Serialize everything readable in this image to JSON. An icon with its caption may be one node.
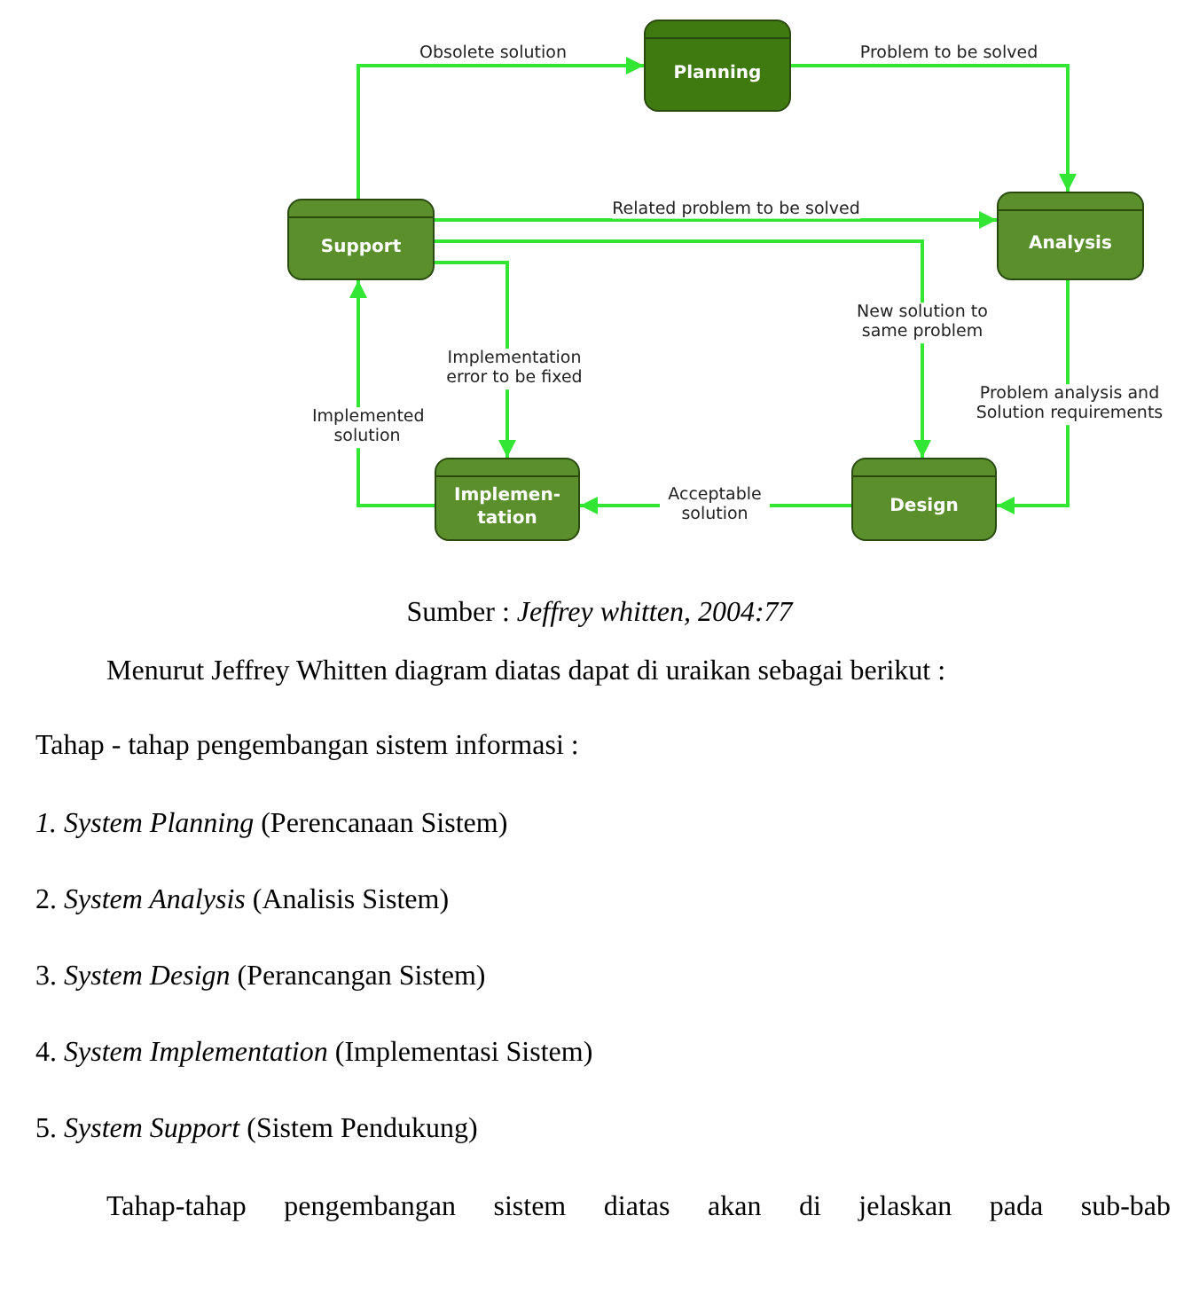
{
  "diagram": {
    "nodes": [
      {
        "text": [
          "Planning"
        ]
      },
      {
        "text": [
          "Support"
        ]
      },
      {
        "text": [
          "Analysis"
        ]
      },
      {
        "text": [
          "Implemen-tation"
        ]
      },
      {
        "text": [
          "Design"
        ]
      }
    ],
    "edges": [
      {
        "from": 1,
        "to": 0,
        "arrow": "to",
        "label": "Obsolete solution"
      },
      {
        "from": 0,
        "to": 2,
        "arrow": "to",
        "label": "Problem to be solved"
      },
      {
        "from": 1,
        "to": 2,
        "arrow": "to",
        "label": "Related problem to be solved"
      },
      {
        "from": 1,
        "to": 4,
        "arrow": "to",
        "label": "New solution to same problem"
      },
      {
        "from": 1,
        "to": 3,
        "arrow": "to",
        "label": "Implementation error to be fixed"
      },
      {
        "from": 2,
        "to": 4,
        "arrow": "to",
        "label": "Problem analysis and Solution requirements"
      },
      {
        "from": 4,
        "to": 3,
        "arrow": "to",
        "label": "Acceptable solution"
      },
      {
        "from": 3,
        "to": 1,
        "arrow": "to",
        "label": "Implemented solution"
      }
    ],
    "labels": [
      "Sumber : *Jeffrey whitten, 2004:77*",
      "Menurut Jeffrey Whitten diagram diatas dapat di uraikan sebagai berikut :",
      "Tahap - tahap pengembangan sistem informasi :",
      "*1.  System Planning* (Perencanaan Sistem)",
      "2.  *System Analysis* (Analisis Sistem)",
      "3.  *System Design* (Perancangan Sistem)",
      "4.  *System Implementation* (Implementasi Sistem)",
      "5.  *System Support* (Sistem Pendukung)",
      "Tahap-tahap pengembangan sistem diatas akan di jelaskan pada sub-bab"
    ]
  }
}
